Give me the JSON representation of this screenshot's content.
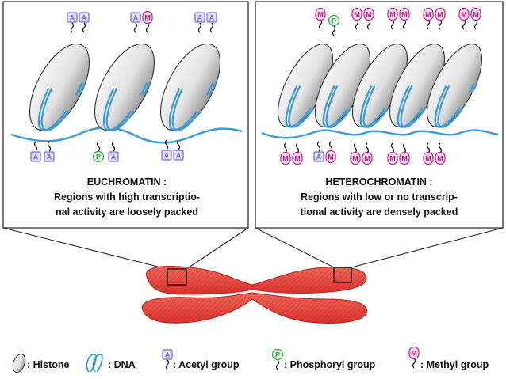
{
  "panels": {
    "euchromatin": {
      "title": "EUCHROMATIN :",
      "line1": "Regions with high transcriptio-",
      "line2": "nal activity are loosely packed"
    },
    "heterochromatin": {
      "title": "HETEROCHROMATIN :",
      "line1": "Regions with low or no transcrip-",
      "line2": "tional activity are densely packed"
    }
  },
  "marks": {
    "acetyl": "A",
    "phosphoryl": "P",
    "methyl": "M"
  },
  "legend": {
    "histone": ": Histone",
    "dna": ": DNA",
    "acetyl": ": Acetyl group",
    "phosphoryl": ": Phosphoryl group",
    "methyl": ": Methyl group"
  },
  "colors": {
    "acetyl": "#7b68d6",
    "acetyl_fill": "#e4e0fb",
    "phosphoryl": "#2fa84a",
    "phosphoryl_fill": "#e3f7e6",
    "methyl": "#c8157f",
    "methyl_fill": "#fbe0f0",
    "dna": "#3a9bd8",
    "chromosome": "#e8413a"
  }
}
